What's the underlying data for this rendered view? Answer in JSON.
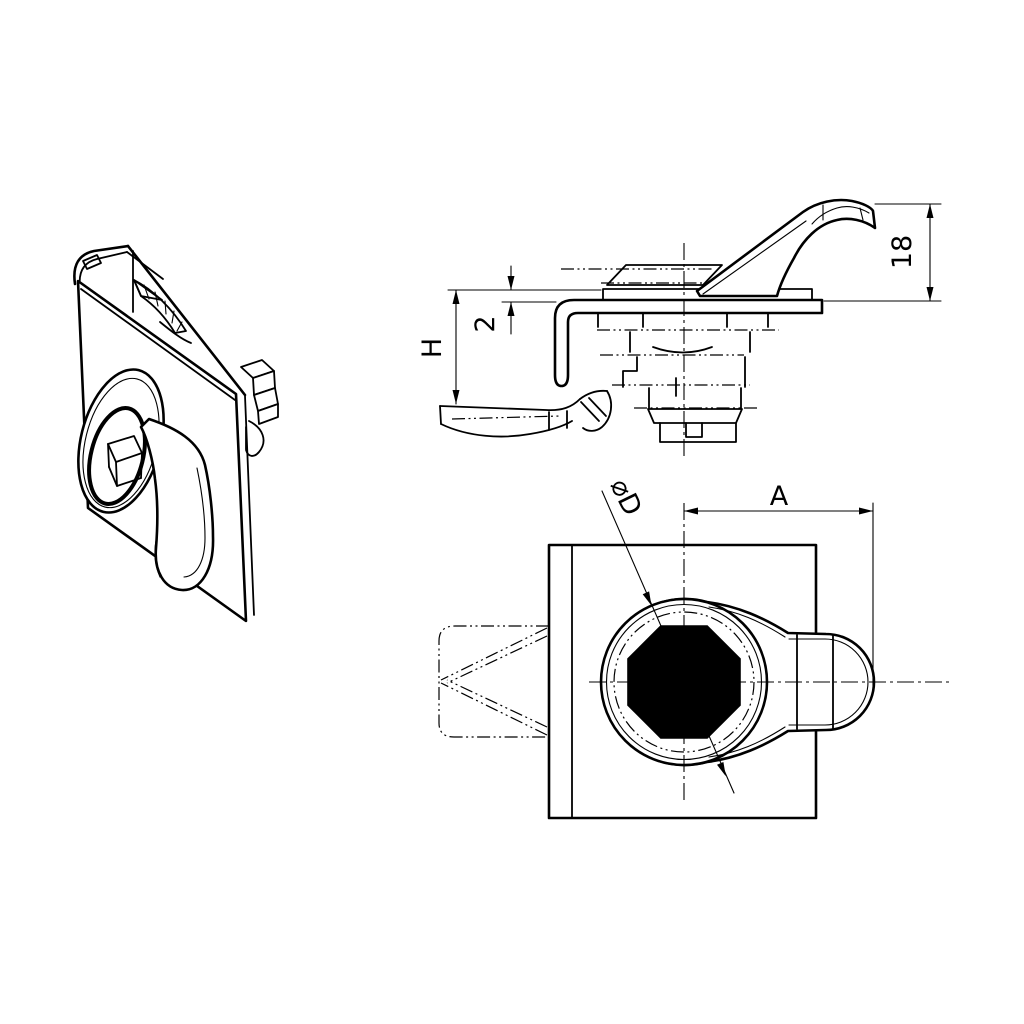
{
  "colors": {
    "line": "#000000",
    "background": "#ffffff"
  },
  "dimensions": {
    "hook_height": "18",
    "plate_offset": "2",
    "grip_height": "H",
    "handle_length": "A",
    "knob_diameter": "⌀D"
  }
}
